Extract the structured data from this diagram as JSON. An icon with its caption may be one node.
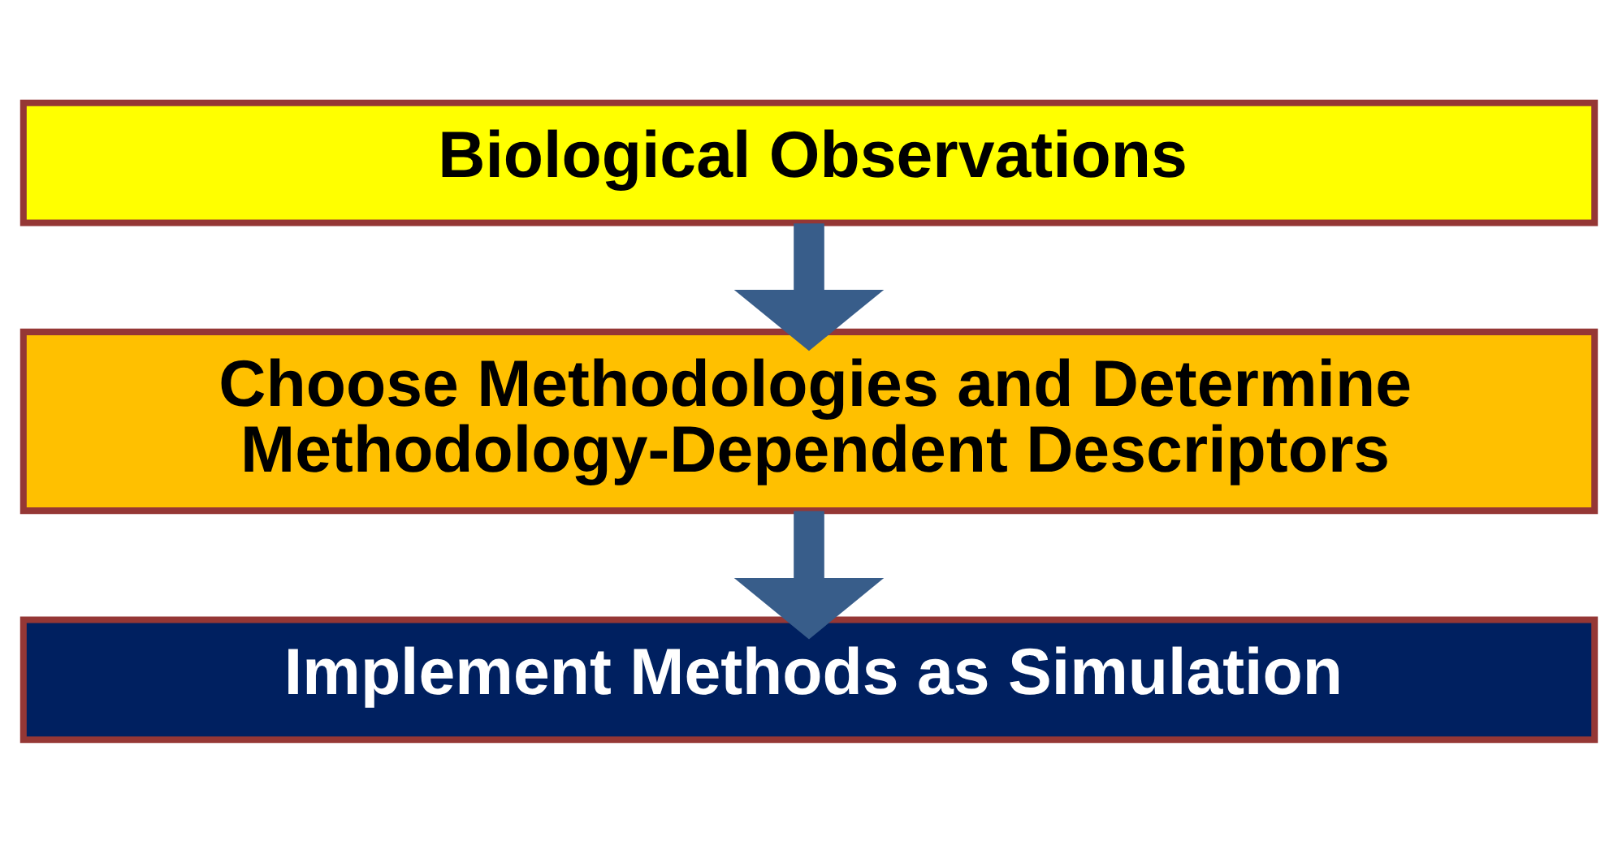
{
  "diagram": {
    "nodes": [
      {
        "text": [
          "Biological Observations"
        ]
      },
      {
        "text": [
          "Choose Methodologies and Determine Methodology-Dependent Descriptors"
        ]
      },
      {
        "text": [
          "Implement Methods as Simulation"
        ]
      }
    ],
    "edges": [
      {
        "from": 0,
        "to": 1,
        "arrow": "to"
      },
      {
        "from": 1,
        "to": 2,
        "arrow": "to"
      }
    ]
  }
}
